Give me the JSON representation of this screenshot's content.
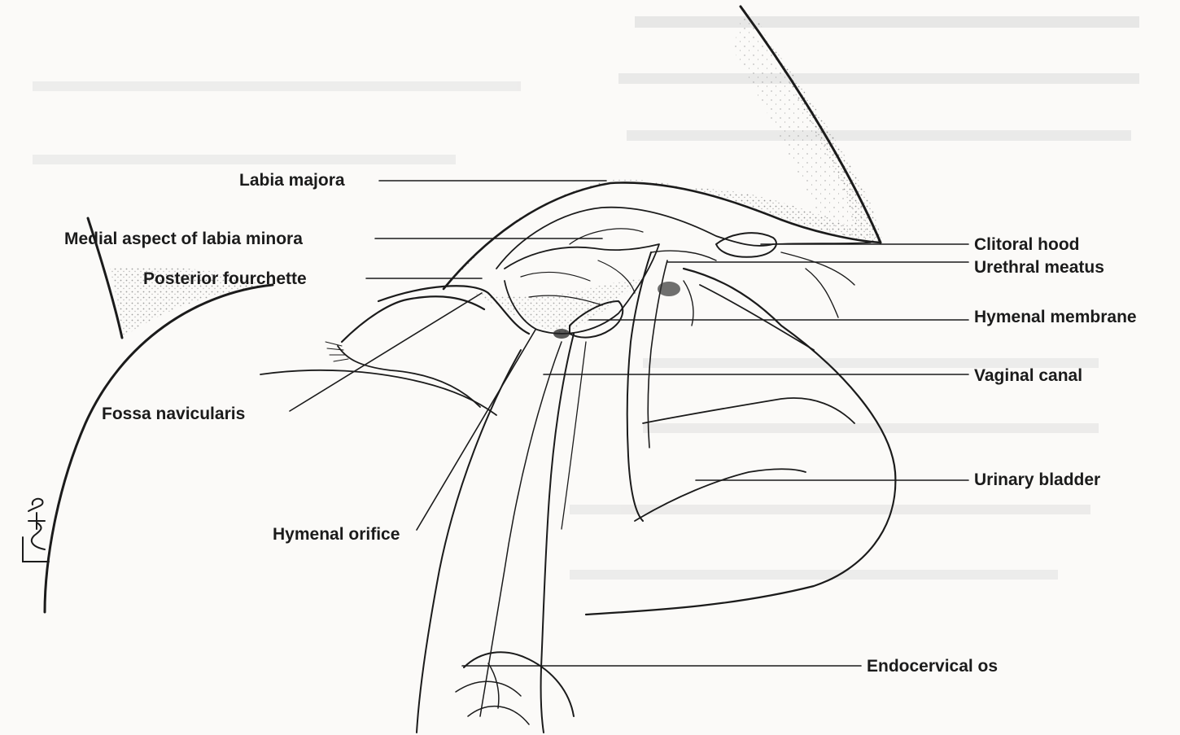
{
  "labels": {
    "labia_majora": "Labia majora",
    "medial_labia_minora": "Medial aspect of labia minora",
    "posterior_fourchette": "Posterior fourchette",
    "fossa_navicularis": "Fossa navicularis",
    "hymenal_orifice": "Hymenal orifice",
    "clitoral_hood": "Clitoral hood",
    "urethral_meatus": "Urethral meatus",
    "hymenal_membrane": "Hymenal membrane",
    "vaginal_canal": "Vaginal canal",
    "urinary_bladder": "Urinary bladder",
    "endocervical_os": "Endocervical os"
  },
  "signature": "L.Stein",
  "colors": {
    "ink": "#1b1b1b",
    "paper": "#fbfaf8",
    "bleed_through": "#c9c9c9"
  }
}
